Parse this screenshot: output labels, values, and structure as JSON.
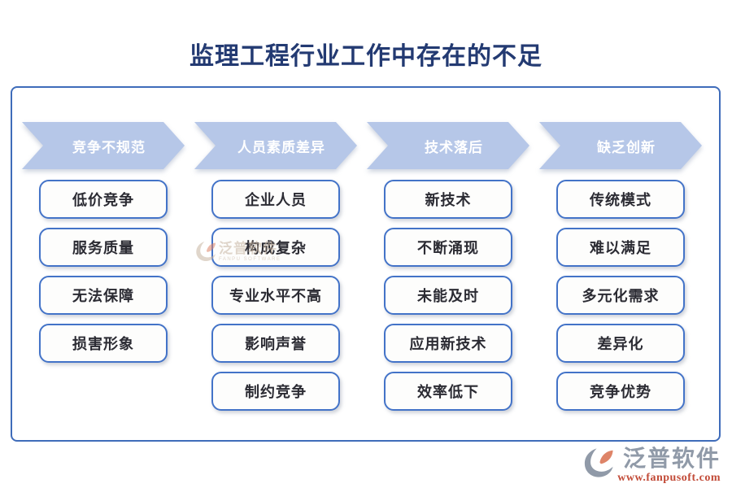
{
  "title": "监理工程行业工作中存在的不足",
  "columns": [
    {
      "header": "竞争不规范",
      "items": [
        "低价竞争",
        "服务质量",
        "无法保障",
        "损害形象"
      ]
    },
    {
      "header": "人员素质差异",
      "items": [
        "企业人员",
        "构成复杂",
        "专业水平不高",
        "影响声誉",
        "制约竞争"
      ]
    },
    {
      "header": "技术落后",
      "items": [
        "新技术",
        "不断涌现",
        "未能及时",
        "应用新技术",
        "效率低下"
      ]
    },
    {
      "header": "缺乏创新",
      "items": [
        "传统模式",
        "难以满足",
        "多元化需求",
        "差异化",
        "竞争优势"
      ]
    }
  ],
  "watermark": {
    "brand": "泛普软件",
    "brand_en": "FANPU SOFTWARE",
    "icon": "fanpu-leaf-logo-icon"
  },
  "footer": {
    "brand": "泛普软件",
    "url": "www.fanpusoft.com",
    "icon": "fanpu-leaf-logo-icon"
  },
  "colors": {
    "title_color": "#233a72",
    "frame_border": "#3f6cba",
    "arrow_fill": "#b6c7e8",
    "arrow_text": "#ffffff",
    "box_border": "#4373c8",
    "box_bg": "#fdfdfc",
    "box_text": "#2b2b33",
    "logo_gray": "#909aa8",
    "logo_leaf": "#de8468",
    "url_red": "#c24b38",
    "watermark_tan": "#c8b5a2"
  }
}
